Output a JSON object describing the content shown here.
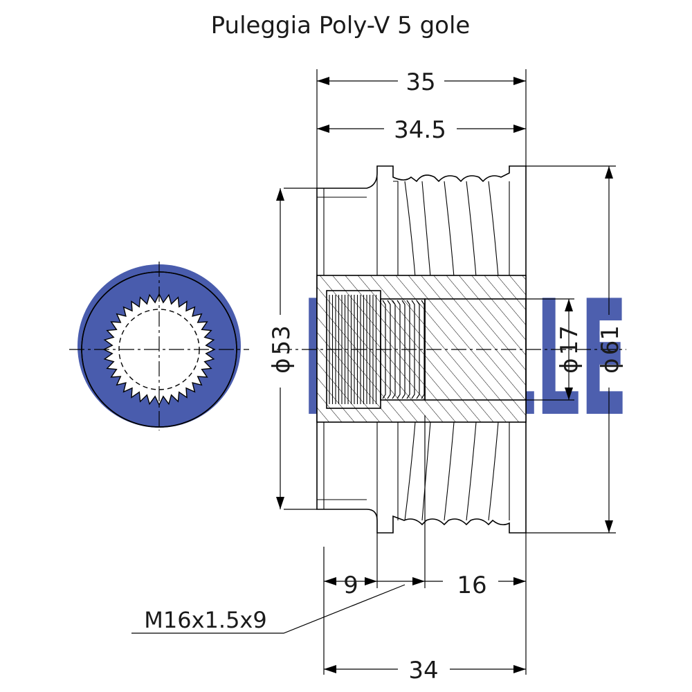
{
  "title": "Puleggia Poly-V 5 gole",
  "watermark": "RUVILLE",
  "colors": {
    "ink": "#000000",
    "watermark": "#3a4ea6"
  },
  "dimensions": {
    "overall_width": "35",
    "body_width": "34.5",
    "pitch_diameter": "61",
    "hub_diameter": "53",
    "bore_diameter": "17",
    "thread_length": "9",
    "bore_length": "16",
    "base_length": "34"
  },
  "diameter_symbol": "ϕ",
  "thread_callout": "M16x1.5x9"
}
